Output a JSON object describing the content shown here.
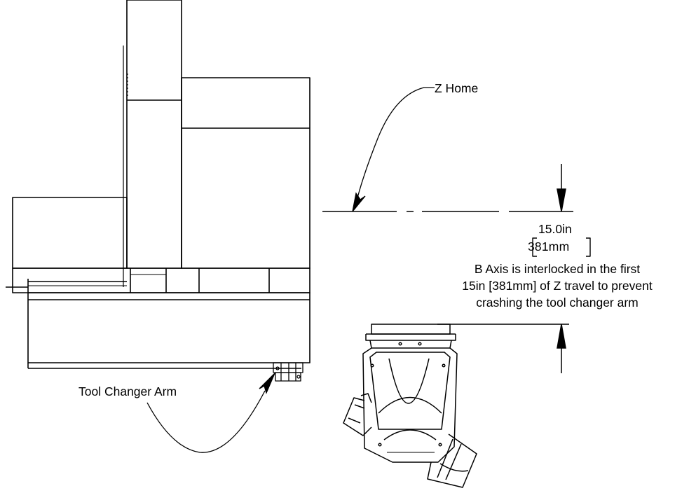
{
  "diagram": {
    "labels": {
      "z_home": "Z Home",
      "tool_changer_arm": "Tool Changer Arm",
      "dimension_in": "15.0in",
      "dimension_mm": "381mm",
      "note_lines": [
        "B Axis is interlocked in the first",
        "15in [381mm] of Z travel to prevent",
        "crashing the tool changer arm"
      ]
    },
    "colors": {
      "line": "#000000",
      "background": "#ffffff"
    }
  }
}
